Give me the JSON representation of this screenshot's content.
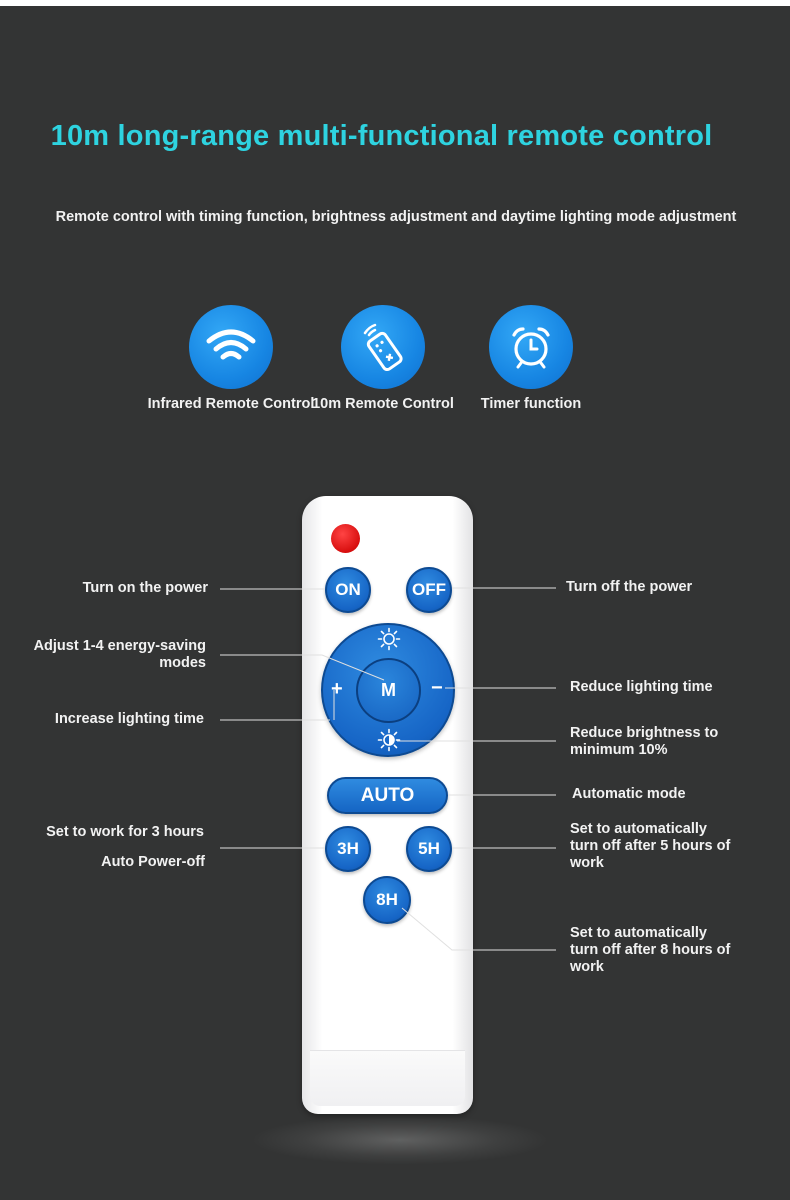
{
  "title": "10m long-range multi-functional remote control",
  "subtitle": "Remote control with timing function, brightness adjustment and daytime lighting mode adjustment",
  "features": [
    {
      "label": "Infrared Remote Control",
      "icon": "wifi-icon"
    },
    {
      "label": "10m Remote Control",
      "icon": "remote-control-icon"
    },
    {
      "label": "Timer function",
      "icon": "alarm-clock-icon"
    }
  ],
  "remote": {
    "on": "ON",
    "off": "OFF",
    "mode": "M",
    "plus": "+",
    "minus": "−",
    "auto": "AUTO",
    "h3": "3H",
    "h5": "5H",
    "h8": "8H"
  },
  "callouts": {
    "power_on": "Turn on the power",
    "power_off": "Turn off the power",
    "modes_line1": "Adjust 1-4 energy-saving",
    "modes_line2": "modes",
    "increase_time": "Increase lighting time",
    "reduce_time": "Reduce lighting time",
    "reduce_brightness_line1": "Reduce brightness to",
    "reduce_brightness_line2": "minimum 10%",
    "auto_mode": "Automatic mode",
    "three_hours": "Set to work for 3 hours",
    "auto_off": "Auto Power-off",
    "five_hours_line1": "Set to automatically",
    "five_hours_line2": "turn off after 5 hours of",
    "five_hours_line3": "work",
    "eight_hours_line1": "Set to automatically",
    "eight_hours_line2": "turn off after 8 hours of",
    "eight_hours_line3": "work"
  },
  "colors": {
    "background": "#333434",
    "title": "#2ed3e0",
    "button_blue": "#1665c6",
    "led_red": "#e01010"
  }
}
